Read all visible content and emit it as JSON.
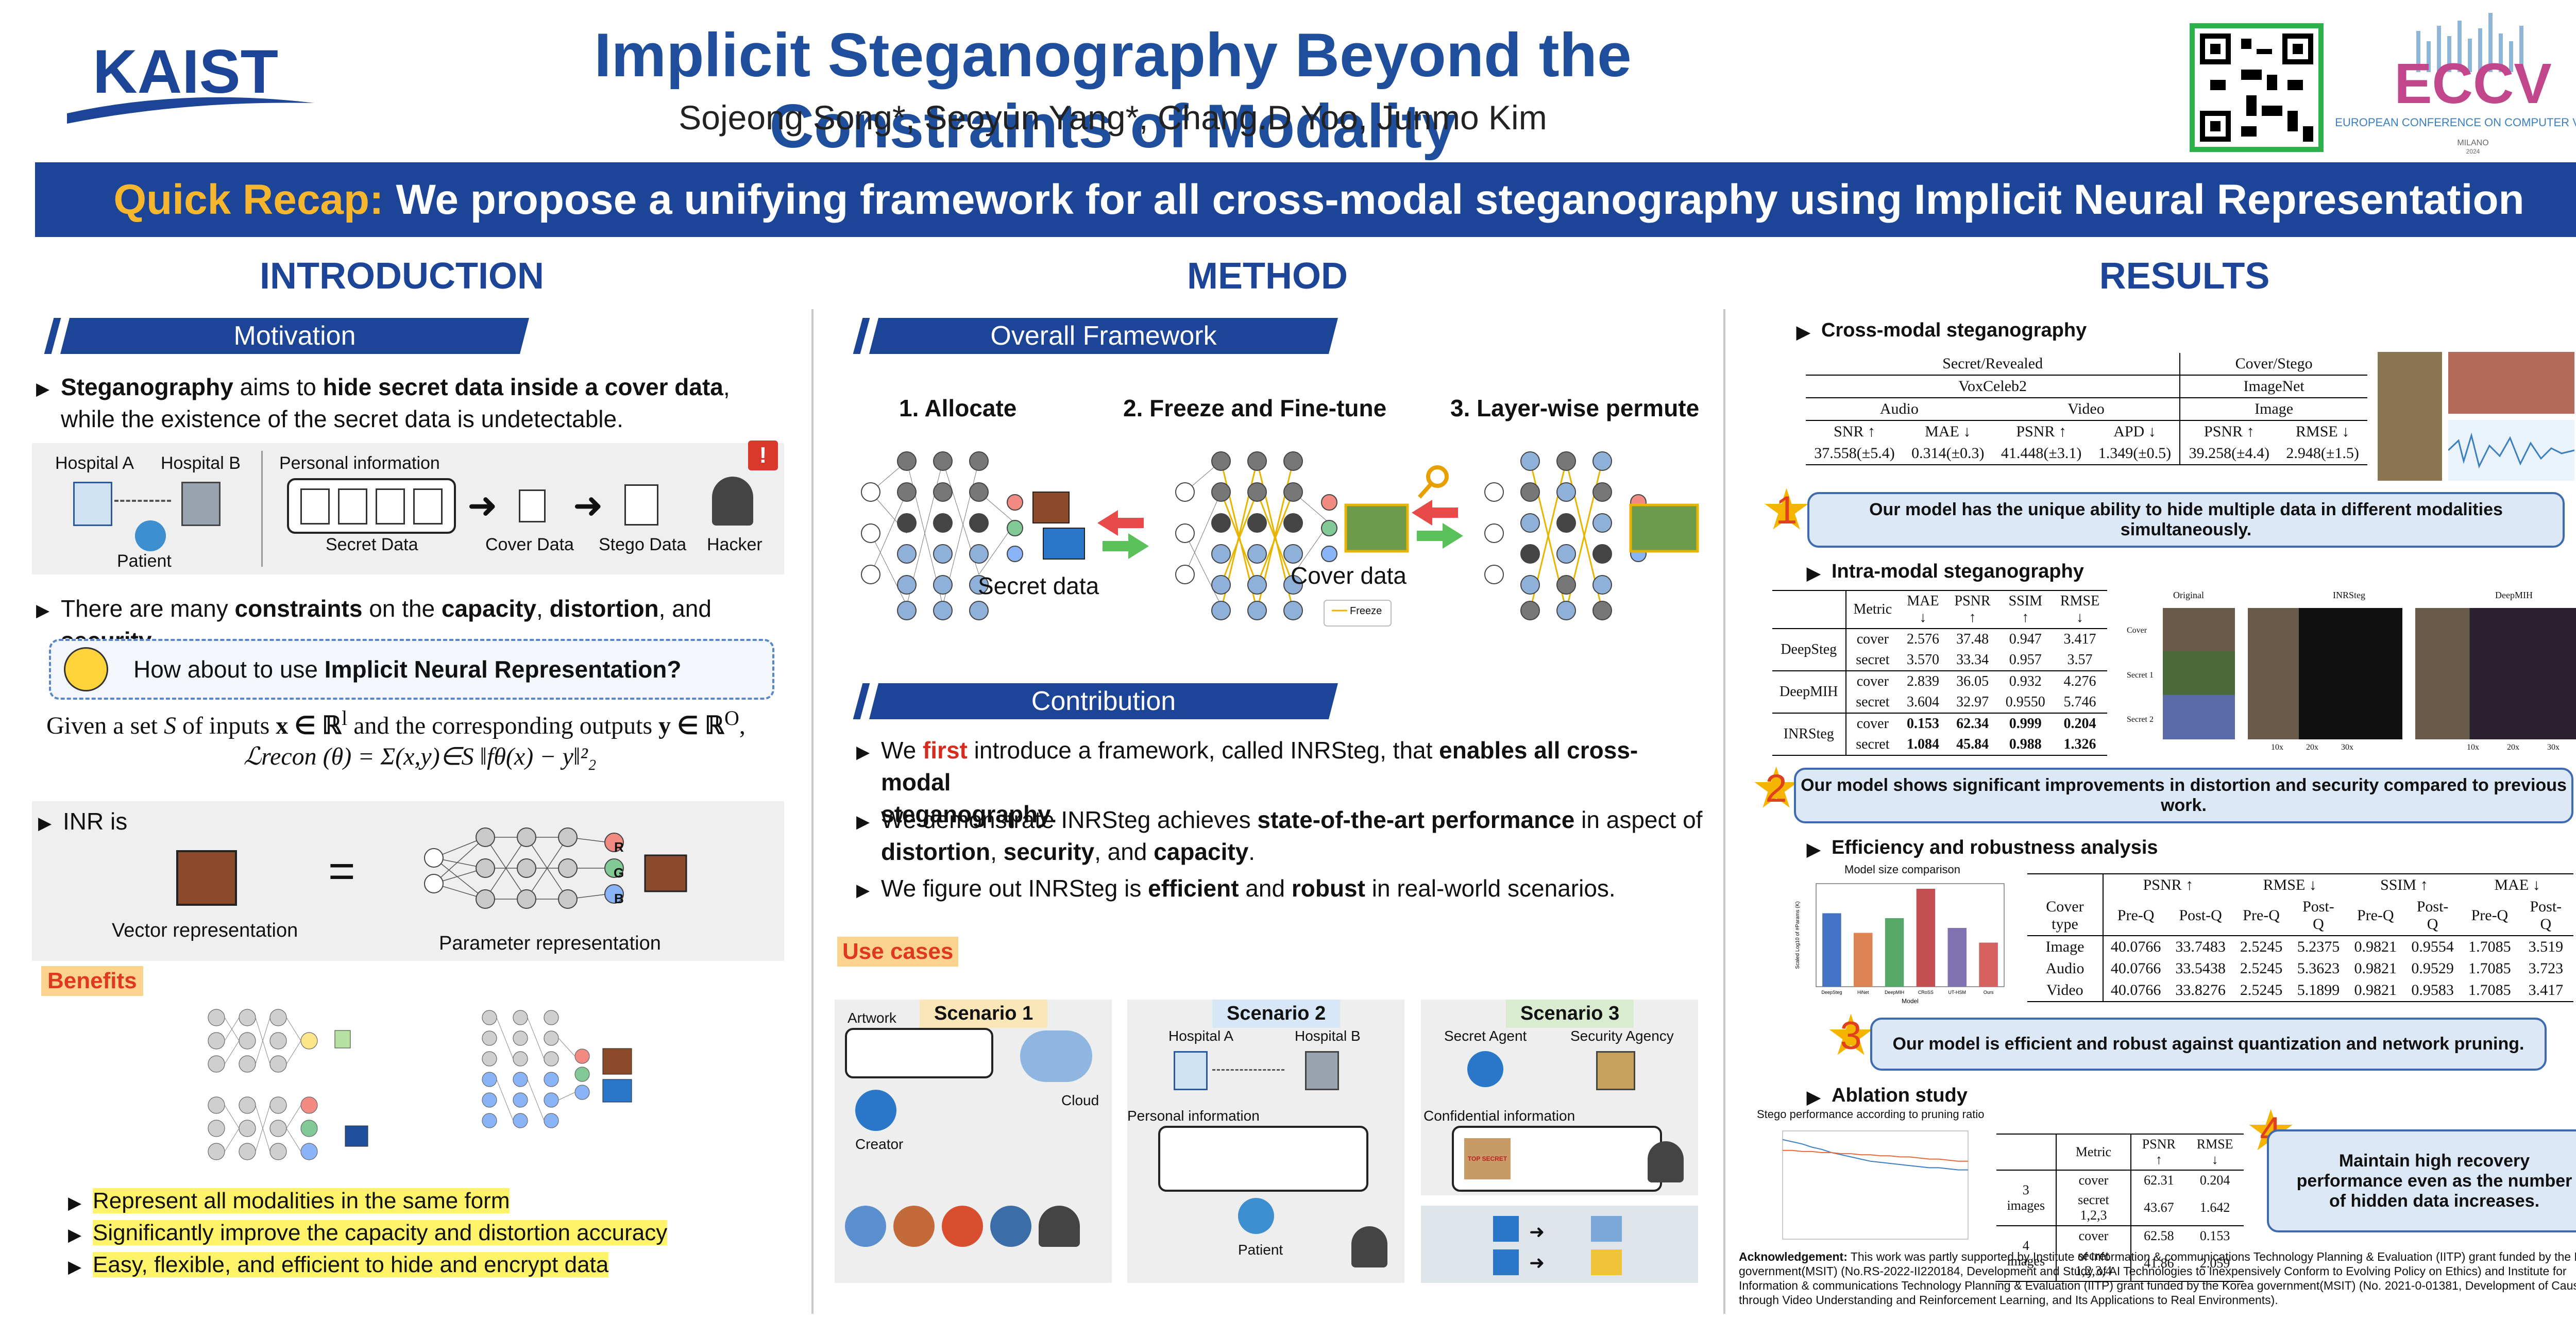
{
  "header": {
    "title": "Implicit Steganography Beyond the Constraints of Modality",
    "authors": "Sojeong Song*, Seoyun Yang*, Chang.D Yoo, Junmo Kim",
    "kaist_logo": "KAIST",
    "eccv_logo": "ECCV",
    "eccv_sub": "EUROPEAN CONFERENCE ON COMPUTER VISION",
    "eccv_city": "MILANO",
    "eccv_year": "2024"
  },
  "recap": {
    "highlight": "Quick Recap:",
    "text": "We propose a unifying framework for all cross-modal steganography using Implicit Neural Representation"
  },
  "intro": {
    "title": "INTRODUCTION",
    "motivation_banner": "Motivation",
    "bullet1_a": "Steganography",
    "bullet1_b": " aims to ",
    "bullet1_c": "hide secret data inside a cover data",
    "bullet1_d": ",",
    "bullet1_e": "while the existence of the secret data is undetectable.",
    "fig": {
      "hospital_a": "Hospital A",
      "hospital_b": "Hospital B",
      "patient": "Patient",
      "personal_info": "Personal information",
      "secret_data": "Secret Data",
      "cover_data": "Cover Data",
      "stego_data": "Stego Data",
      "hacker": "Hacker",
      "alert": "!"
    },
    "bullet2_a": "There are many ",
    "bullet2_b": "constraints",
    "bullet2_c": " on the ",
    "bullet2_d": "capacity",
    "bullet2_e": ", ",
    "bullet2_f": "distortion",
    "bullet2_g": ", and ",
    "bullet2_h": "security",
    "bullet2_i": ".",
    "question_a": "How about to use ",
    "question_b": "Implicit Neural Representation?",
    "given_a": "Given a set ",
    "given_b": "S",
    "given_c": " of inputs ",
    "given_d": "x ∈ ℝ",
    "given_e": "l",
    "given_f": " and the corresponding outputs ",
    "given_g": "y ∈ ℝ",
    "given_h": "O",
    "given_i": ",",
    "formula": "ℒrecon (θ) = Σ(x,y)∈S ‖fθ(x) − y‖²₂",
    "inr_is": "INR is",
    "vector_rep": "Vector representation",
    "param_rep": "Parameter representation",
    "equals": "=",
    "benefits": "Benefits",
    "benefit_items": [
      "Represent all modalities in the same form",
      "Significantly improve the capacity and distortion accuracy",
      "Easy, flexible, and efficient to hide and encrypt data"
    ]
  },
  "method": {
    "title": "METHOD",
    "framework_banner": "Overall Framework",
    "step1": "1. Allocate",
    "step2": "2. Freeze and Fine-tune",
    "step3": "3. Layer-wise permute",
    "secret_data": "Secret data",
    "cover_data": "Cover data",
    "freeze": "Freeze",
    "rgb": [
      "R",
      "G",
      "B"
    ],
    "contribution_banner": "Contribution",
    "contrib1_a": "We ",
    "contrib1_b": "first",
    "contrib1_c": " introduce a framework, called INRSteg, that ",
    "contrib1_d": "enables all cross-modal",
    "contrib1_e": "steganography",
    "contrib1_f": ".",
    "contrib2_a": "We demonstrate INRSteg achieves ",
    "contrib2_b": "state-of-the-art performance",
    "contrib2_c": " in aspect of",
    "contrib2_d": "distortion",
    "contrib2_e": ", ",
    "contrib2_f": "security",
    "contrib2_g": ", and ",
    "contrib2_h": "capacity",
    "contrib2_i": ".",
    "contrib3_a": "We figure out INRSteg is ",
    "contrib3_b": "efficient",
    "contrib3_c": " and ",
    "contrib3_d": "robust",
    "contrib3_e": " in real-world scenarios.",
    "use_cases": "Use cases",
    "scenario1": "Scenario 1",
    "scenario2": "Scenario 2",
    "scenario3": "Scenario 3",
    "artwork": "Artwork",
    "creator": "Creator",
    "cloud": "Cloud",
    "hospital_a": "Hospital A",
    "hospital_b": "Hospital B",
    "personal_info": "Personal information",
    "patient": "Patient",
    "secret_agent": "Secret Agent",
    "security_agency": "Security Agency",
    "confidential_info": "Confidential information",
    "top_secret": "TOP SECRET"
  },
  "results": {
    "title": "RESULTS",
    "cross_modal": "Cross-modal steganography",
    "cross_table": {
      "head1": "Secret/Revealed",
      "head2": "Cover/Stego",
      "dataset1": "VoxCeleb2",
      "dataset2": "ImageNet",
      "mods": [
        "Audio",
        "Video",
        "Image"
      ],
      "metrics": [
        "SNR ↑",
        "MAE ↓",
        "PSNR ↑",
        "APD ↓",
        "PSNR ↑",
        "RMSE ↓"
      ],
      "values": [
        "37.558(±5.4)",
        "0.314(±0.3)",
        "41.448(±3.1)",
        "1.349(±0.5)",
        "39.258(±4.4)",
        "2.948(±1.5)"
      ]
    },
    "callout1": "Our model has the unique ability to hide multiple data in different modalities simultaneously.",
    "intra_modal": "Intra-modal steganography",
    "intra_table": {
      "headers": [
        "Metric",
        "MAE ↓",
        "PSNR ↑",
        "SSIM ↑",
        "RMSE ↓"
      ],
      "rows": [
        {
          "model": "DeepSteg",
          "sub": [
            "cover",
            "secret"
          ],
          "mae": [
            "2.576",
            "3.570"
          ],
          "psnr": [
            "37.48",
            "33.34"
          ],
          "ssim": [
            "0.947",
            "0.957"
          ],
          "rmse": [
            "3.417",
            "3.57"
          ]
        },
        {
          "model": "DeepMIH",
          "sub": [
            "cover",
            "secret"
          ],
          "mae": [
            "2.839",
            "3.604"
          ],
          "psnr": [
            "36.05",
            "32.97"
          ],
          "ssim": [
            "0.932",
            "0.9550"
          ],
          "rmse": [
            "4.276",
            "5.746"
          ]
        },
        {
          "model": "INRSteg",
          "sub": [
            "cover",
            "secret"
          ],
          "mae": [
            "0.153",
            "1.084"
          ],
          "psnr": [
            "62.34",
            "45.84"
          ],
          "ssim": [
            "0.999",
            "0.988"
          ],
          "rmse": [
            "0.204",
            "1.326"
          ]
        }
      ]
    },
    "intra_fig": {
      "cols": [
        "Original",
        "INRSteg",
        "DeepMIH"
      ],
      "rows": [
        "Cover",
        "Secret 1",
        "Secret 2"
      ],
      "xs": [
        "10x",
        "20x",
        "30x",
        "10x",
        "20x",
        "30x"
      ]
    },
    "callout2": "Our model shows significant improvements in distortion and security compared to previous work.",
    "efficiency": "Efficiency and robustness analysis",
    "robust_table": {
      "groups": [
        "PSNR ↑",
        "RMSE ↓",
        "SSIM ↑",
        "MAE ↓"
      ],
      "cover_type": "Cover type",
      "sub": [
        "Pre-Q",
        "Post-Q"
      ],
      "rows": [
        {
          "type": "Image",
          "vals": [
            "40.0766",
            "33.7483",
            "2.5245",
            "5.2375",
            "0.9821",
            "0.9554",
            "1.7085",
            "3.519"
          ]
        },
        {
          "type": "Audio",
          "vals": [
            "40.0766",
            "33.5438",
            "2.5245",
            "5.3623",
            "0.9821",
            "0.9529",
            "1.7085",
            "3.723"
          ]
        },
        {
          "type": "Video",
          "vals": [
            "40.0766",
            "33.8276",
            "2.5245",
            "5.1899",
            "0.9821",
            "0.9583",
            "1.7085",
            "3.417"
          ]
        }
      ]
    },
    "callout3": "Our model is efficient and robust against quantization and network pruning.",
    "ablation": "Ablation study",
    "ablation_table": {
      "headers": [
        "Metric",
        "PSNR ↑",
        "RMSE ↓"
      ],
      "rows": [
        {
          "group": "3 images",
          "sub": [
            "cover",
            "secret 1,2,3"
          ],
          "psnr": [
            "62.31",
            "43.67"
          ],
          "rmse": [
            "0.204",
            "1.642"
          ]
        },
        {
          "group": "4 images",
          "sub": [
            "cover",
            "secret 1,2,3,4"
          ],
          "psnr": [
            "62.58",
            "41.86"
          ],
          "rmse": [
            "0.153",
            "2.059"
          ]
        }
      ]
    },
    "callout4": "Maintain high recovery performance even as the number of hidden data increases.",
    "star_nums": [
      "1",
      "2",
      "3",
      "4"
    ],
    "ack_label": "Acknowledgement:",
    "ack_text": " This work was partly supported by Institute of Information & communications Technology Planning & Evaluation (IITP) grant funded by the Korea government(MSIT) (No.RS-2022-II220184, Development and Study of AI Technologies to Inexpensively Conform to Evolving Policy on Ethics) and Institute for Information & communications Technology Planning & Evaluation (IITP) grant funded by the Korea government(MSIT) (No. 2021-0-01381, Development of Causal AI through Video Understanding and Reinforcement Learning, and Its Applications to Real Environments)."
  },
  "chart_data": [
    {
      "type": "bar",
      "title": "Model size comparison",
      "xlabel": "Model",
      "ylabel": "Scaled Log10 of #Params (K)",
      "categories": [
        "DeepSteg",
        "HiNet",
        "DeepMIH",
        "CRoSS",
        "UT-HSM",
        "Ours"
      ],
      "values": [
        0.75,
        0.55,
        0.7,
        1.0,
        0.6,
        0.45
      ],
      "colors": [
        "#4472c4",
        "#dd8452",
        "#55a868",
        "#c44e52",
        "#8172b2",
        "#d65f5f"
      ]
    },
    {
      "type": "line",
      "title": "Stego performance according to pruning ratio",
      "series": [
        {
          "values": [
            0.92,
            0.9,
            0.88,
            0.85,
            0.83,
            0.8,
            0.78,
            0.76,
            0.74,
            0.72,
            0.71,
            0.7,
            0.69,
            0.68,
            0.67,
            0.66,
            0.66,
            0.65,
            0.64,
            0.64
          ]
        },
        {
          "values": [
            0.82,
            0.82,
            0.81,
            0.81,
            0.8,
            0.8,
            0.79,
            0.79,
            0.78,
            0.78,
            0.77,
            0.77,
            0.76,
            0.76,
            0.75,
            0.74,
            0.74,
            0.73,
            0.72,
            0.72
          ]
        }
      ]
    }
  ]
}
